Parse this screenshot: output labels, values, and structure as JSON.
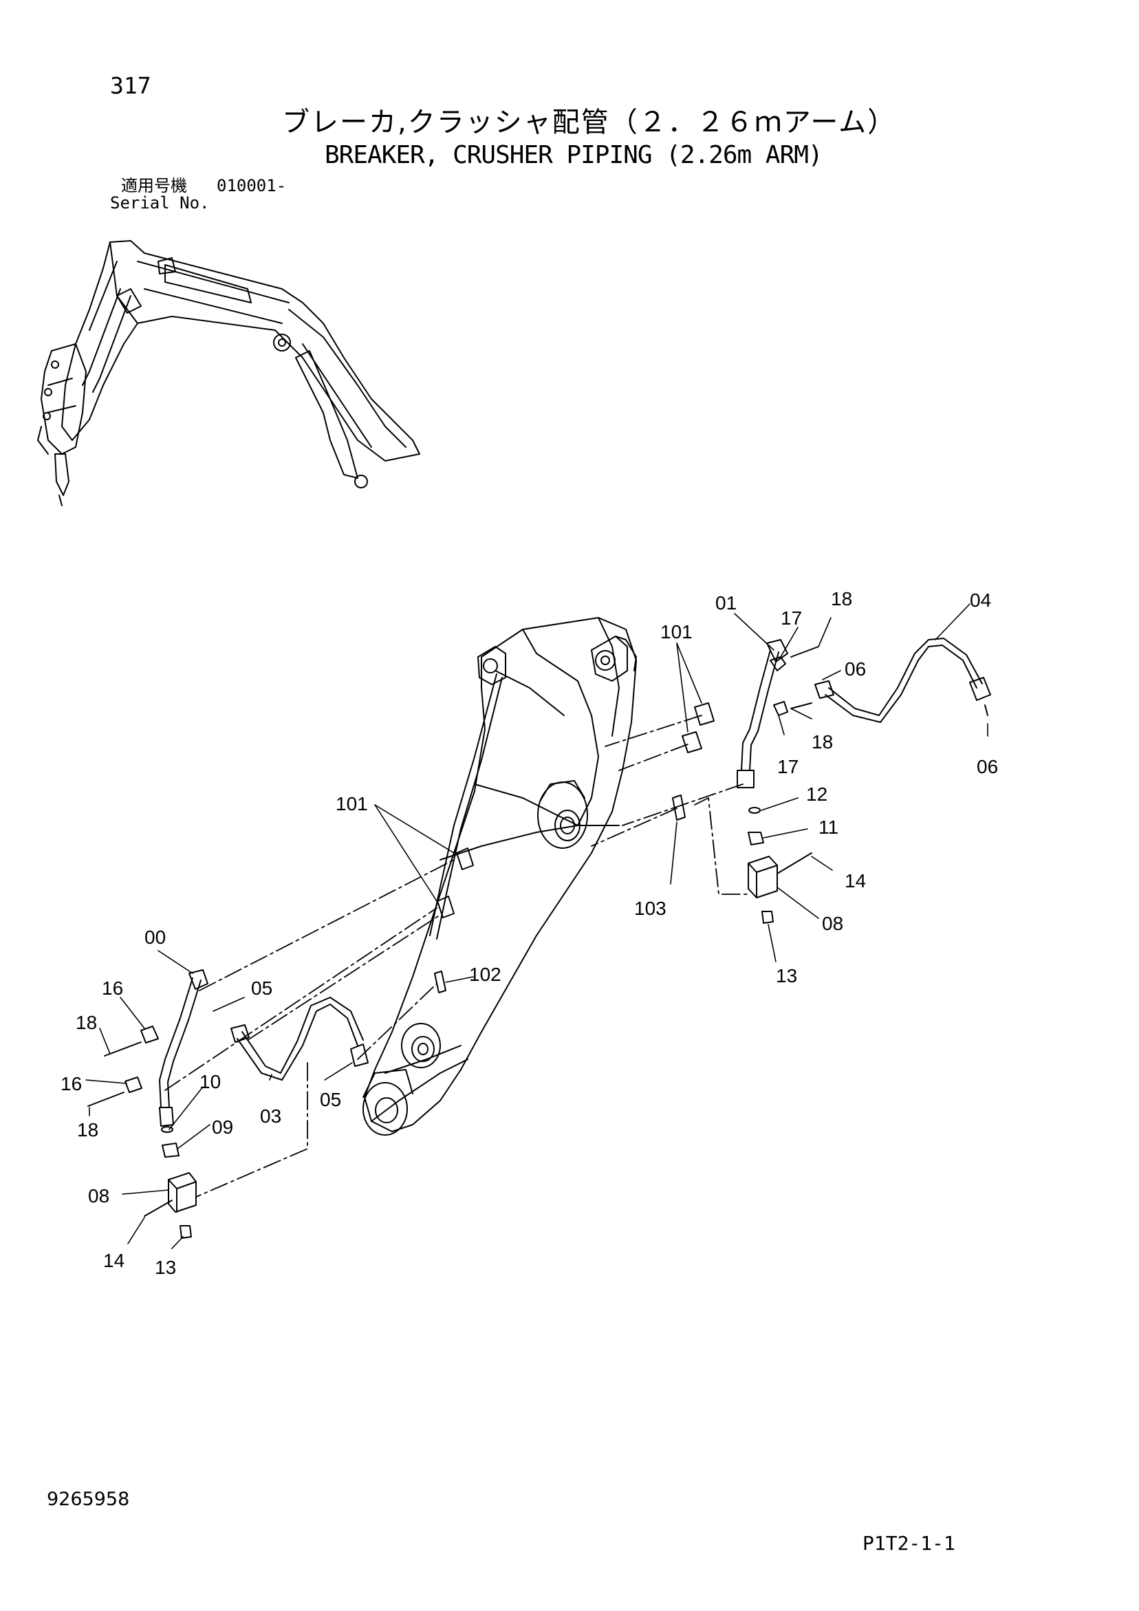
{
  "header": {
    "page_number": "317",
    "title_jp": "ブレーカ,クラッシャ配管（２．２６ｍアーム）",
    "title_en": "BREAKER, CRUSHER PIPING (2.26m ARM)",
    "serial_label_jp": "適用号機",
    "serial_value": "010001-",
    "serial_label_en": "Serial No."
  },
  "footer": {
    "document_number": "9265958",
    "sheet_code": "P1T2-1-1"
  },
  "callouts": [
    {
      "id": "c-01",
      "label": "01"
    },
    {
      "id": "c-18a",
      "label": "18"
    },
    {
      "id": "c-04",
      "label": "04"
    },
    {
      "id": "c-17a",
      "label": "17"
    },
    {
      "id": "c-101a",
      "label": "101"
    },
    {
      "id": "c-06a",
      "label": "06"
    },
    {
      "id": "c-18b",
      "label": "18"
    },
    {
      "id": "c-17b",
      "label": "17"
    },
    {
      "id": "c-06b",
      "label": "06"
    },
    {
      "id": "c-12",
      "label": "12"
    },
    {
      "id": "c-101b",
      "label": "101"
    },
    {
      "id": "c-11",
      "label": "11"
    },
    {
      "id": "c-14a",
      "label": "14"
    },
    {
      "id": "c-103",
      "label": "103"
    },
    {
      "id": "c-08a",
      "label": "08"
    },
    {
      "id": "c-00",
      "label": "00"
    },
    {
      "id": "c-13a",
      "label": "13"
    },
    {
      "id": "c-102",
      "label": "102"
    },
    {
      "id": "c-16a",
      "label": "16"
    },
    {
      "id": "c-05a",
      "label": "05"
    },
    {
      "id": "c-18c",
      "label": "18"
    },
    {
      "id": "c-16b",
      "label": "16"
    },
    {
      "id": "c-10",
      "label": "10"
    },
    {
      "id": "c-05b",
      "label": "05"
    },
    {
      "id": "c-03",
      "label": "03"
    },
    {
      "id": "c-18d",
      "label": "18"
    },
    {
      "id": "c-09",
      "label": "09"
    },
    {
      "id": "c-08b",
      "label": "08"
    },
    {
      "id": "c-14b",
      "label": "14"
    },
    {
      "id": "c-13b",
      "label": "13"
    }
  ],
  "colors": {
    "line": "#000000",
    "background": "#ffffff"
  }
}
